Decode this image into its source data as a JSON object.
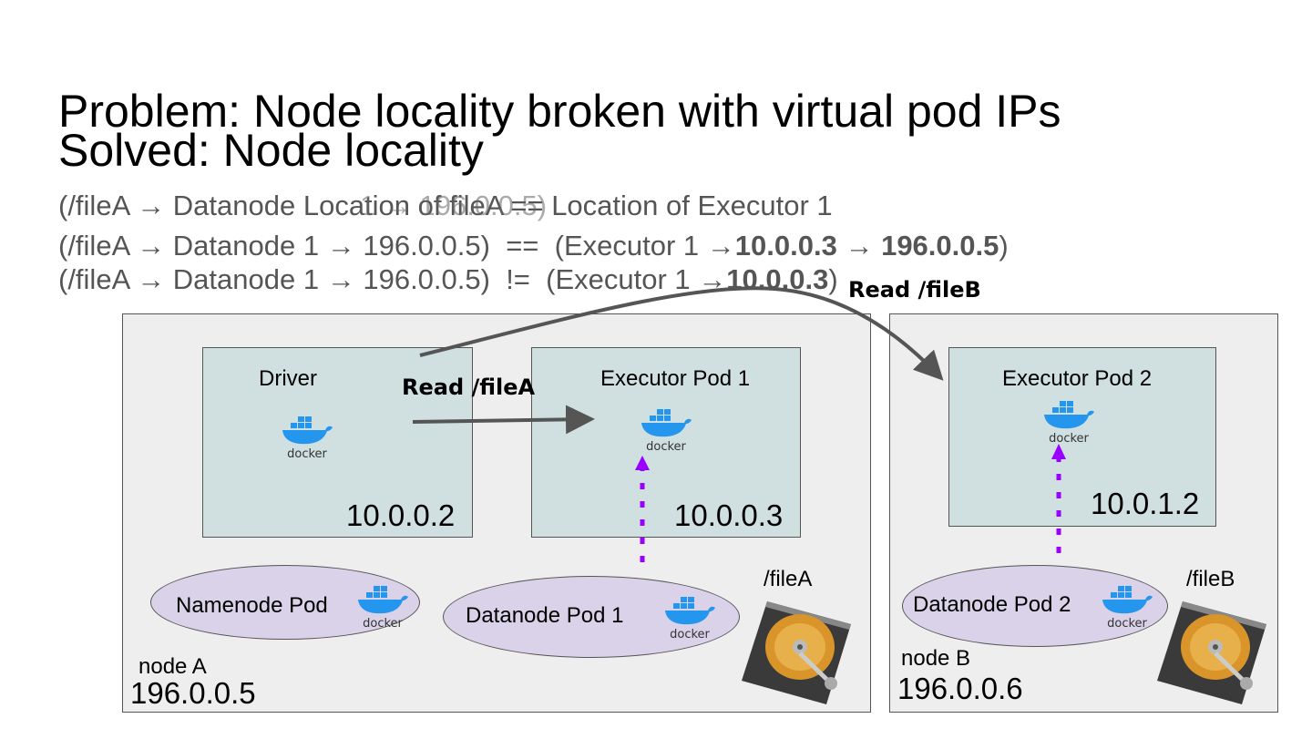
{
  "title": {
    "line1": "Problem: Node locality broken with virtual pod IPs",
    "line2": "Solved: Node locality"
  },
  "lines": {
    "a_left": "(/fileA",
    "a_arrow": "→",
    "a_mid": "Datanode Location of fileA",
    "a_mid2": "1 → 196.0.0.5)",
    "a_eq": "==",
    "a_right": "Location of Executor 1",
    "b_left": "(/fileA",
    "b_arrow1": "→",
    "b_mid": "Datanode 1",
    "b_arrow2": "→",
    "b_ip": "196.0.0.5)",
    "b_eq": "==",
    "b_exec": "(Executor 1",
    "b_arrow3": "→",
    "b_podip": "10.0.0.3",
    "b_arrow4": "→",
    "b_nodeip": "196.0.0.5",
    "b_close": ")",
    "c_left": "(/fileA",
    "c_arrow1": "→",
    "c_mid": "Datanode 1",
    "c_arrow2": "→",
    "c_ip": "196.0.0.5)",
    "c_neq": "!=",
    "c_exec": "(Executor 1",
    "c_arrow3": "→",
    "c_podip": "10.0.0.3",
    "c_close": ")"
  },
  "nodeA": {
    "name": "node A",
    "ip": "196.0.0.5",
    "driver": {
      "label": "Driver",
      "ip": "10.0.0.2"
    },
    "executor": {
      "label": "Executor Pod 1",
      "ip": "10.0.0.3"
    },
    "namenode": {
      "label": "Namenode Pod"
    },
    "datanode": {
      "label": "Datanode Pod 1"
    },
    "file": "/fileA",
    "read": "Read /fileA"
  },
  "nodeB": {
    "name": "node B",
    "ip": "196.0.0.6",
    "executor": {
      "label": "Executor Pod 2",
      "ip": "10.0.1.2"
    },
    "datanode": {
      "label": "Datanode Pod 2"
    },
    "file": "/fileB",
    "read": "Read /fileB"
  },
  "docker_label": "docker",
  "colors": {
    "node_bg": "#eeeeee",
    "pod_bg": "#d0dfe0",
    "ellipse_bg": "#d9d2e9",
    "arrow": "#555555",
    "dotted": "#9900ff",
    "docker_blue": "#2496ed"
  }
}
